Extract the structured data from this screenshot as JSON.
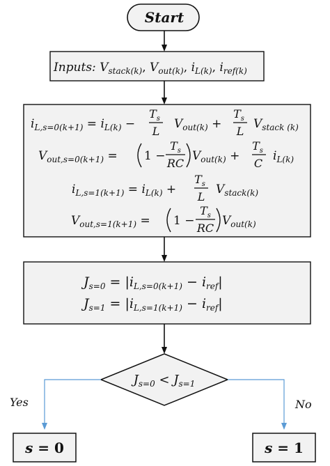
{
  "flowchart": {
    "start": {
      "label": "Start"
    },
    "inputs": {
      "label": "Inputs:",
      "vars": [
        {
          "sym": "V",
          "sub": "stack(k)"
        },
        {
          "sym": "V",
          "sub": "out(k)"
        },
        {
          "sym": "i",
          "sub": "L(k)"
        },
        {
          "sym": "i",
          "sub": "ref(k)"
        }
      ]
    },
    "model": {
      "eq1": {
        "lhs_sym": "i",
        "lhs_sub": "L,s=0(k+1)",
        "t1_sym": "i",
        "t1_sub": "L(k)",
        "frac1_num": "T",
        "frac1_num_sub": "s",
        "frac1_den": "L",
        "v1_sym": "V",
        "v1_sub": "out(k)",
        "frac2_num": "T",
        "frac2_num_sub": "s",
        "frac2_den": "L",
        "v2_sym": "V",
        "v2_sub": "stack (k)"
      },
      "eq2": {
        "lhs_sym": "V",
        "lhs_sub": "out,s=0(k+1)",
        "one": "1",
        "frac1_num": "T",
        "frac1_num_sub": "s",
        "frac1_den": "RC",
        "v1_sym": "V",
        "v1_sub": "out(k)",
        "frac2_num": "T",
        "frac2_num_sub": "s",
        "frac2_den": "C",
        "i_sym": "i",
        "i_sub": "L(k)"
      },
      "eq3": {
        "lhs_sym": "i",
        "lhs_sub": "L,s=1(k+1)",
        "t1_sym": "i",
        "t1_sub": "L(k)",
        "frac_num": "T",
        "frac_num_sub": "s",
        "frac_den": "L",
        "v_sym": "V",
        "v_sub": "stack(k)"
      },
      "eq4": {
        "lhs_sym": "V",
        "lhs_sub": "out,s=1(k+1)",
        "one": "1",
        "frac_num": "T",
        "frac_num_sub": "s",
        "frac_den": "RC",
        "v_sym": "V",
        "v_sub": "out(k)"
      }
    },
    "cost": {
      "j0": {
        "sym": "J",
        "sub": "s=0",
        "i1_sym": "i",
        "i1_sub": "L,s=0(k+1)",
        "i2_sym": "i",
        "i2_sub": "ref"
      },
      "j1": {
        "sym": "J",
        "sub": "s=1",
        "i1_sym": "i",
        "i1_sub": "L,s=1(k+1)",
        "i2_sym": "i",
        "i2_sub": "ref"
      }
    },
    "decision": {
      "a_sym": "J",
      "a_sub": "s=0",
      "op": "<",
      "b_sym": "J",
      "b_sub": "s=1"
    },
    "yes_label": "Yes",
    "no_label": "No",
    "out_yes": {
      "sym": "s",
      "val": "0"
    },
    "out_no": {
      "sym": "s",
      "val": "1"
    }
  }
}
